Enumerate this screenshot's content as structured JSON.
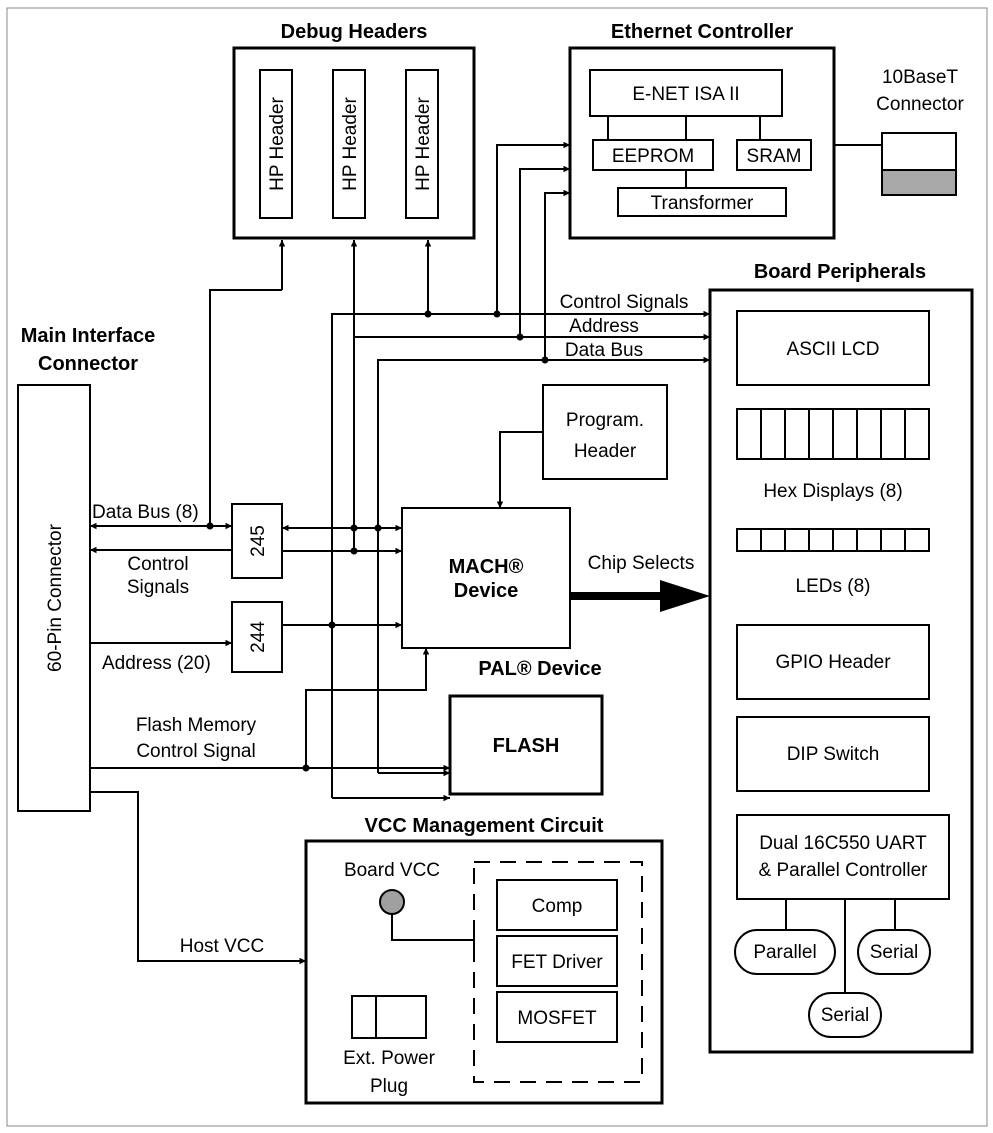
{
  "debug_headers": {
    "title": "Debug Headers",
    "headers": [
      "HP Header",
      "HP Header",
      "HP Header"
    ]
  },
  "ethernet": {
    "title": "Ethernet Controller",
    "chip": "E-NET ISA II",
    "eeprom": "EEPROM",
    "sram": "SRAM",
    "transformer": "Transformer",
    "connector_line1": "10BaseT",
    "connector_line2": "Connector"
  },
  "main_interface": {
    "title_line1": "Main Interface",
    "title_line2": "Connector",
    "connector": "60-Pin Connector"
  },
  "buses": {
    "control_signals": "Control Signals",
    "address": "Address",
    "data_bus": "Data Bus",
    "data_bus_8": "Data Bus (8)",
    "control_line1": "Control",
    "control_line2": "Signals",
    "address_20": "Address (20)",
    "flash_ctrl_line1": "Flash Memory",
    "flash_ctrl_line2": "Control Signal",
    "host_vcc": "Host VCC",
    "chip_selects": "Chip Selects"
  },
  "buffers": {
    "b245": "245",
    "b244": "244"
  },
  "program_header": {
    "line1": "Program.",
    "line2": "Header"
  },
  "mach": {
    "line1": "MACH®",
    "line2": "Device",
    "pal": "PAL® Device"
  },
  "flash": {
    "label": "FLASH"
  },
  "peripherals": {
    "title": "Board Peripherals",
    "lcd": "ASCII LCD",
    "hex": "Hex Displays (8)",
    "leds": "LEDs (8)",
    "gpio": "GPIO Header",
    "dip": "DIP Switch",
    "uart_line1": "Dual 16C550 UART",
    "uart_line2": "& Parallel Controller",
    "parallel": "Parallel",
    "serial_a": "Serial",
    "serial_b": "Serial"
  },
  "vcc": {
    "title": "VCC Management Circuit",
    "board_vcc": "Board VCC",
    "comp": "Comp",
    "fet": "FET Driver",
    "mosfet": "MOSFET",
    "ext_line1": "Ext. Power",
    "ext_line2": "Plug"
  }
}
